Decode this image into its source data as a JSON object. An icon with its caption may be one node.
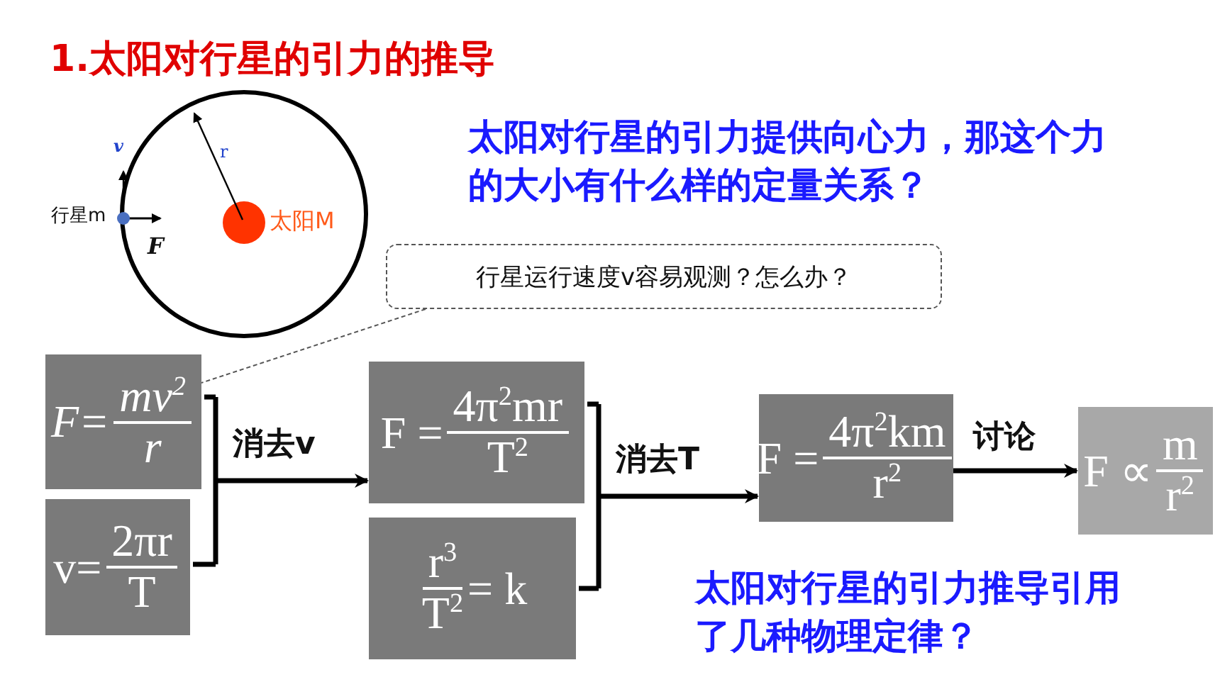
{
  "diagram": {
    "title": "1.太阳对行星的引力的推导",
    "nodes": [
      {
        "text": [
          "行星运行速度v容易观测？怎么办？"
        ]
      },
      {
        "text": [
          "F=",
          "mv$^{2}$",
          "r"
        ]
      },
      {
        "text": [
          "v=",
          "2πr",
          "T"
        ]
      },
      {
        "text": [
          "F =",
          "4π$^{2}$mr",
          "T$^{2}$"
        ]
      },
      {
        "text": [
          "r$^{3}$",
          "T$^{2}$",
          "= k"
        ]
      },
      {
        "text": [
          "F =",
          "4π$^{2}$km",
          "r$^{2}$"
        ]
      },
      {
        "text": [
          "F ∝",
          "m",
          "r$^{2}$"
        ]
      }
    ],
    "edges": [
      {
        "from": 0,
        "to": 1,
        "arrow": "none",
        "style": "dashed"
      },
      {
        "from": 1,
        "to": 3,
        "arrow": "to",
        "label": "消去v"
      },
      {
        "from": 2,
        "to": 3,
        "arrow": "to"
      },
      {
        "from": 3,
        "to": 5,
        "arrow": "to",
        "label": "消去T"
      },
      {
        "from": 4,
        "to": 5,
        "arrow": "to"
      },
      {
        "from": 5,
        "to": 6,
        "arrow": "to",
        "label": "讨论"
      }
    ],
    "labels": [
      "太阳对行星的引力提供向心力，那这个力的大小有什么样的定量关系？",
      "v",
      "r",
      "行星m",
      "F",
      "太阳M",
      "太阳对行星的引力推导引用了几种物理定律？"
    ]
  }
}
